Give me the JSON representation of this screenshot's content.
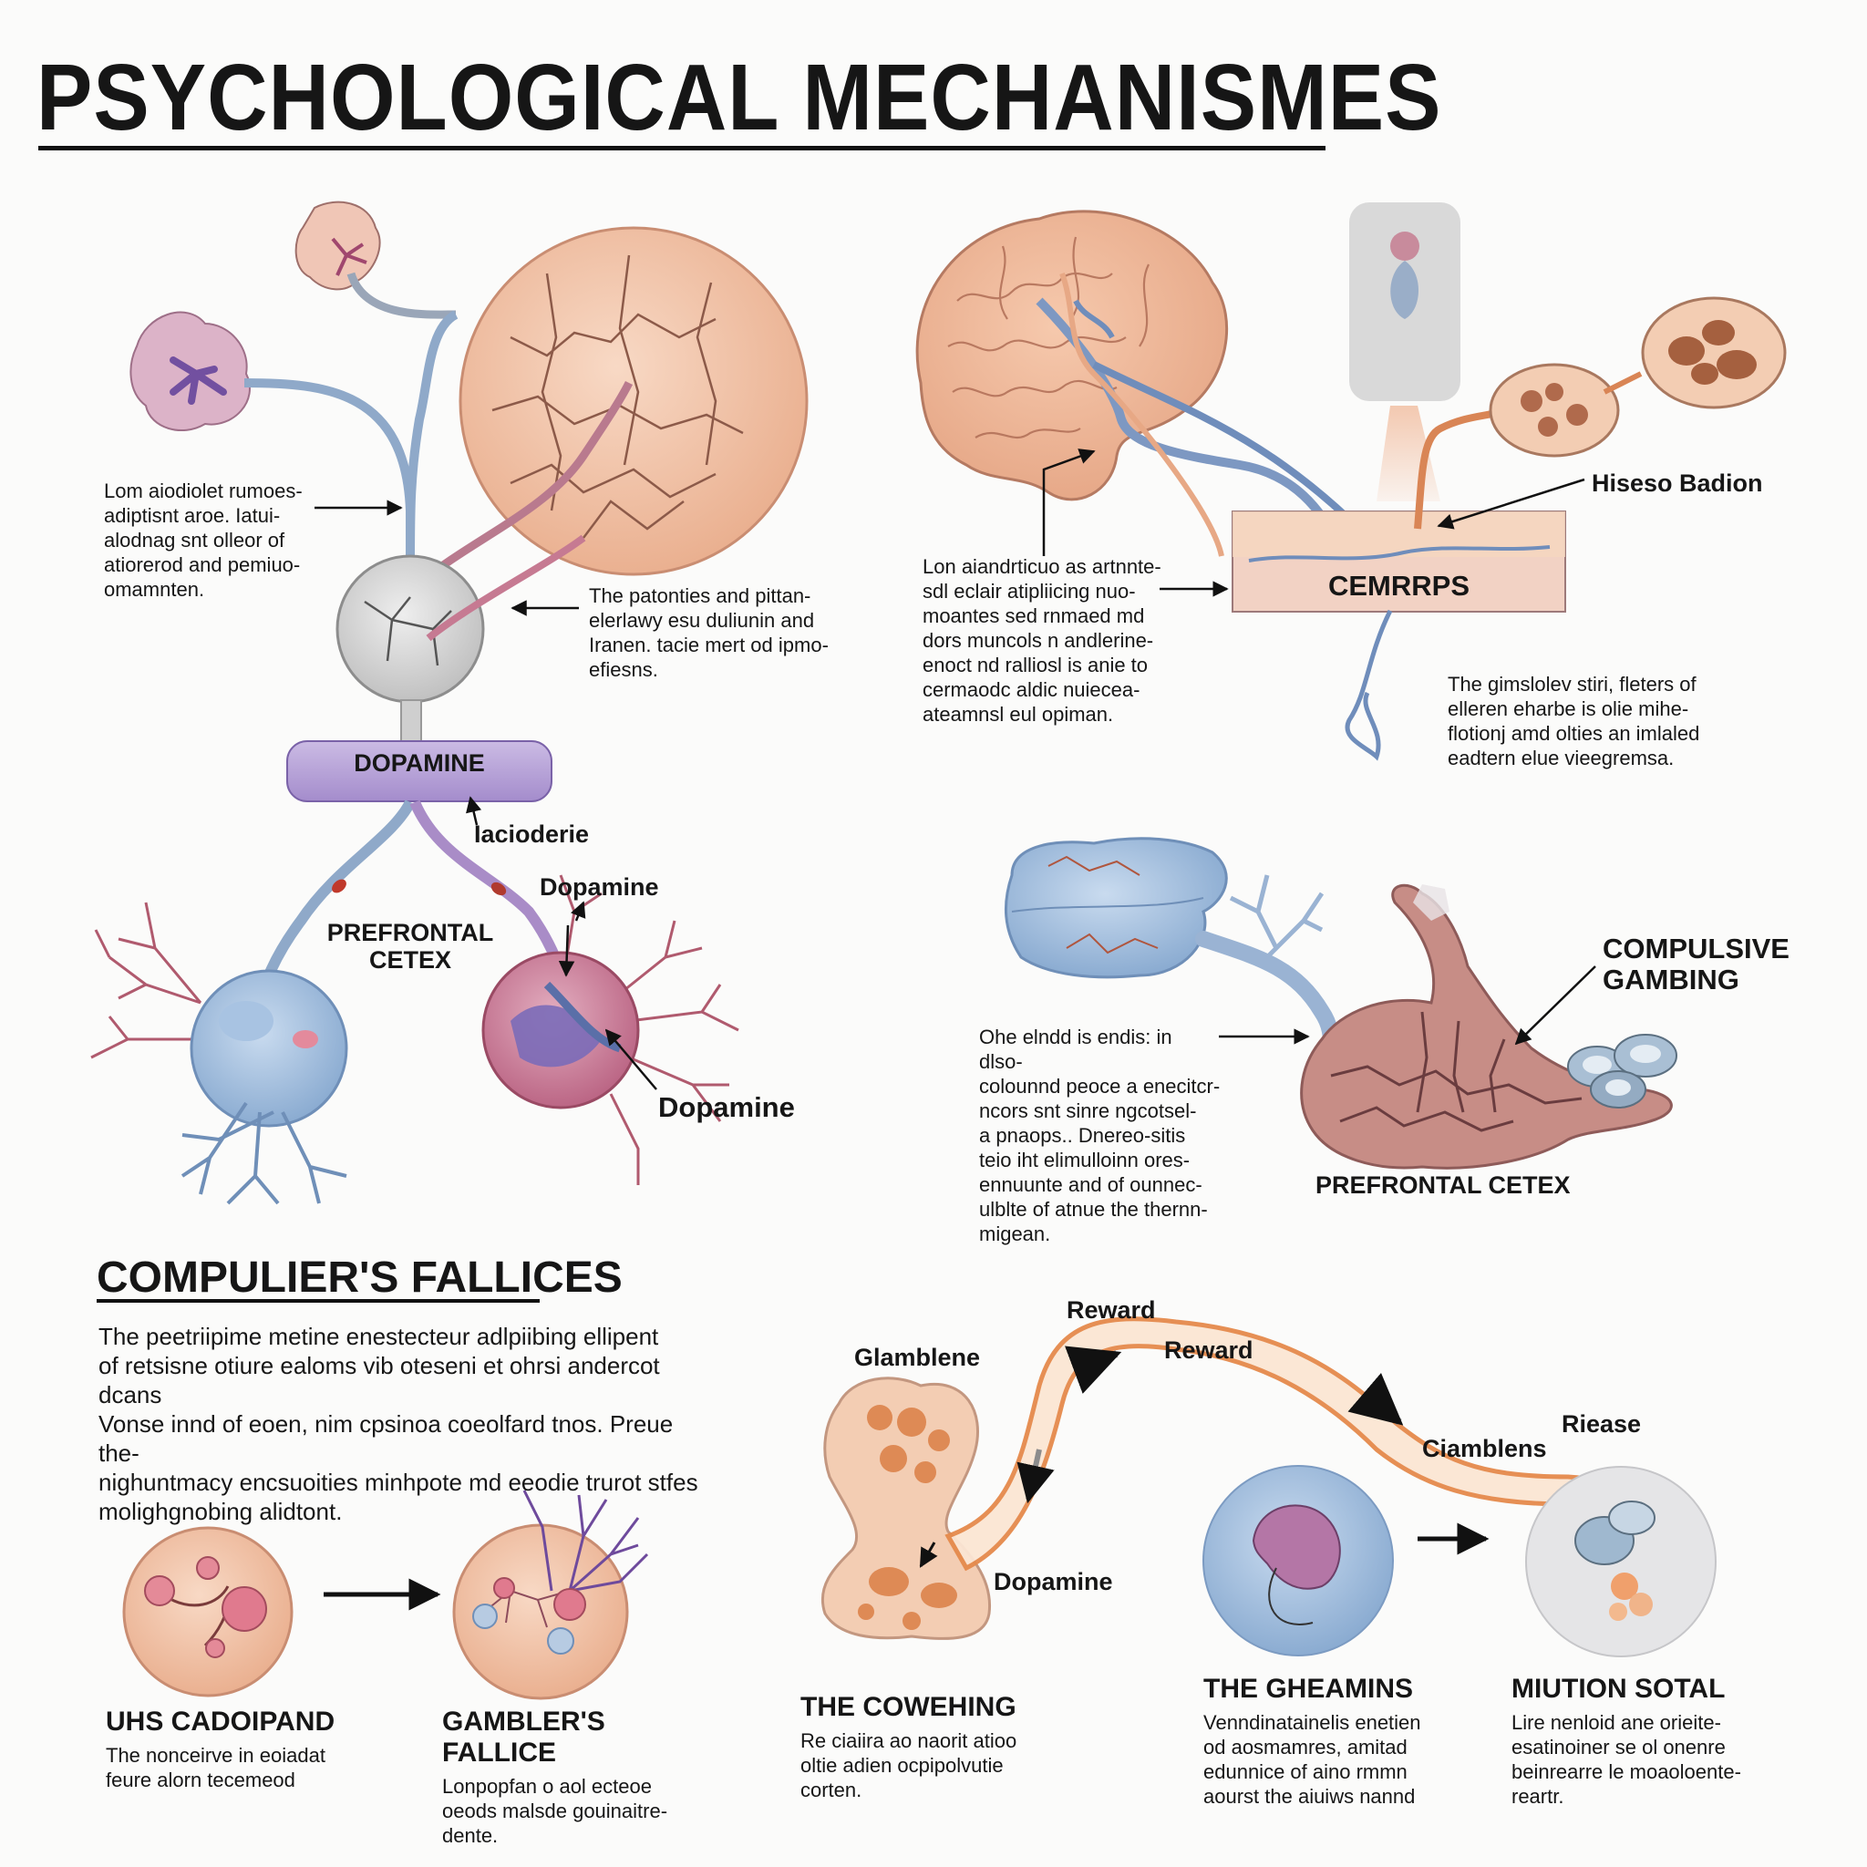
{
  "title": "PSYCHOLOGICAL MECHANISMES",
  "colors": {
    "background": "#fbfbfa",
    "text": "#161616",
    "dopamine_purple": "#b9a6d8",
    "nerve_blue": "#8fa9c9",
    "tissue_peach": "#f2c4a8",
    "tissue_pink": "#c86a86",
    "arrow_orange": "#e58a4c"
  },
  "panel_a": {
    "note_left": "Lom aiodiolet rumoes-\nadiptisnt aroe. Iatui-\nalodnag snt olleor of\natiorerod and pemiuo-\nomamnten.",
    "note_right": "The patonties and pittan-\nelerlawy esu duliunin and\nIranen. tacie mert od ipmo-\nefiesns.",
    "dopamine_box": "DOPAMINE",
    "branch_label": "Iacioderie",
    "dopamine_upper": "Dopamine",
    "prefrontal": "PREFRONTAL\nCETEX",
    "dopamine_lower": "Dopamine"
  },
  "panel_b": {
    "label_top": "Hiseso Badion",
    "box_label": "CEMRRPS",
    "note_left": "Lon aiandrticuo as artnnte-\nsdl eclair atipliicing nuo-\nmoantes sed rnmaed md\ndors muncols n andlerine-\nenoct nd ralliosl is anie to\ncermaodc aldic nuiecea-\nateamnsl eul opiman.",
    "note_right": "The gimslolev stiri, fleters of\nelleren eharbe is olie mihe-\nflotionj amd olties an imlaled\neadtern elue vieegremsa."
  },
  "panel_c": {
    "label": "COMPULSIVE\nGAMBING",
    "note": "Ohe elndd is endis: in dlso-\ncolounnd peoce a enecitcr-\nncors snt sinre ngcotsel-\na pnaops.. Dnereo-sitis\nteio iht elimulloinn ores-\nennuunte and of ounnec-\nulblte of atnue the thernn-\nmigean.",
    "caption": "PREFRONTAL CETEX"
  },
  "section": {
    "heading": "COMPULIER'S FALLICES",
    "paragraph": "The peetriipime metine enestecteur adlpiibing ellipent\nof retsisne otiure ealoms vib oteseni et ohrsi andercot dcans\nVonse innd of eoen, nim cpsinoa coeolfard tnos. Preue the-\nnighuntmacy encsuoities minhpote md eeodie trurot stfes\nmolighgnobing alidtont."
  },
  "captions": [
    {
      "title": "UHS CADOIPAND",
      "text": "The nonceirve in eoiadat\nfeure alorn tecemeod"
    },
    {
      "title": "GAMBLER'S FALLICE",
      "text": "Lonpopfan o aol ecteoe\noeods malsde gouinaitre-\ndente."
    },
    {
      "title": "THE COWEHING",
      "text": "Re ciaiira ao naorit atioo\noltie adien ocpipolvutie\ncorten."
    },
    {
      "title": "THE GHEAMINS",
      "text": "Venndinatainelis enetien\nod aosmamres, amitad\nedunnice of aino rmmn\naourst the aiuiws nannd"
    },
    {
      "title": "MIUTION SOTAL",
      "text": "Lire nenloid ane orieite-\nesatinoiner se ol onenre\nbeinrearre le moaoloente-\nreartr."
    }
  ],
  "flow": {
    "gamble_label": "Glamblene",
    "reward_top": "Reward",
    "reward_inner": "Reward",
    "ciamblens": "Ciamblens",
    "riease": "Riease",
    "dopamine": "Dopamine"
  }
}
